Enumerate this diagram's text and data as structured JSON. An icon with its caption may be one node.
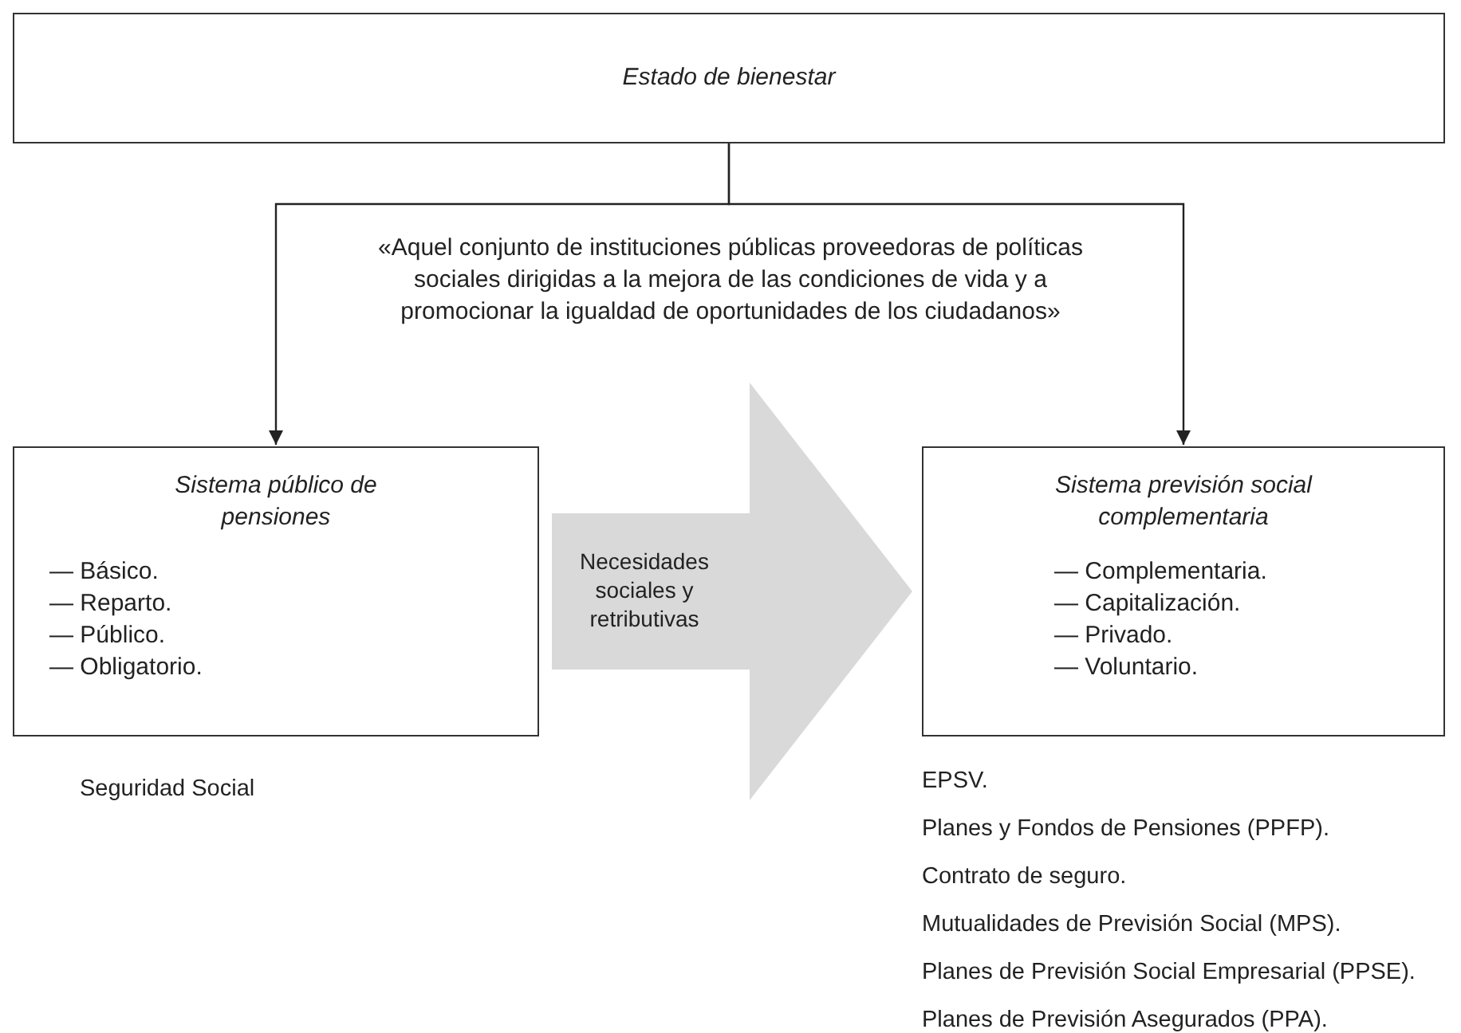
{
  "diagram": {
    "nodes": [
      {
        "text": [
          "Estado de bienestar"
        ]
      },
      {
        "text": [
          "Sistema público de pensiones",
          "— Básico.",
          "— Reparto.",
          "— Público.",
          "— Obligatorio."
        ],
        "beside": [
          "Seguridad Social"
        ]
      },
      {
        "text": [
          "Sistema previsión social complementaria",
          "— Complementaria.",
          "— Capitalización.",
          "— Privado.",
          "— Voluntario."
        ],
        "beside": [
          "EPSV.",
          "Planes y Fondos de Pensiones (PPFP).",
          "Contrato de seguro.",
          "Mutualidades de Previsión Social (MPS).",
          "Planes de Previsión Social Empresarial (PPSE).",
          "Planes de Previsión Asegurados (PPA)."
        ]
      }
    ],
    "edges": [
      {
        "from": 0,
        "to": 1,
        "arrow": "to"
      },
      {
        "from": 0,
        "to": 2,
        "arrow": "to"
      },
      {
        "from": 1,
        "to": 2,
        "arrow": "to",
        "label": "Necesidades sociales y retributivas",
        "style": "thick",
        "color": "#d9d9d9"
      }
    ],
    "labels": [
      "«Aquel conjunto de instituciones públicas proveedoras de políticas sociales dirigidas a la mejora de las condiciones de vida y a promocionar la igualdad de oportunidades de los ciudadanos»"
    ]
  }
}
